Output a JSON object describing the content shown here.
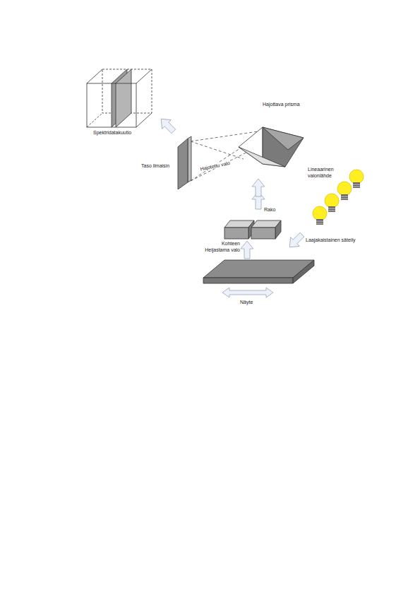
{
  "diagram": {
    "labels": [
      "Spektridatakuutio",
      "Taso ilmaisin",
      "Hajottava prisma",
      "Hajotettu valo",
      "Rako",
      "Lineaarinen valonlähde",
      "Laajakaistainen säteily",
      "Kohteen Heijastama valo",
      "Näyte"
    ]
  }
}
